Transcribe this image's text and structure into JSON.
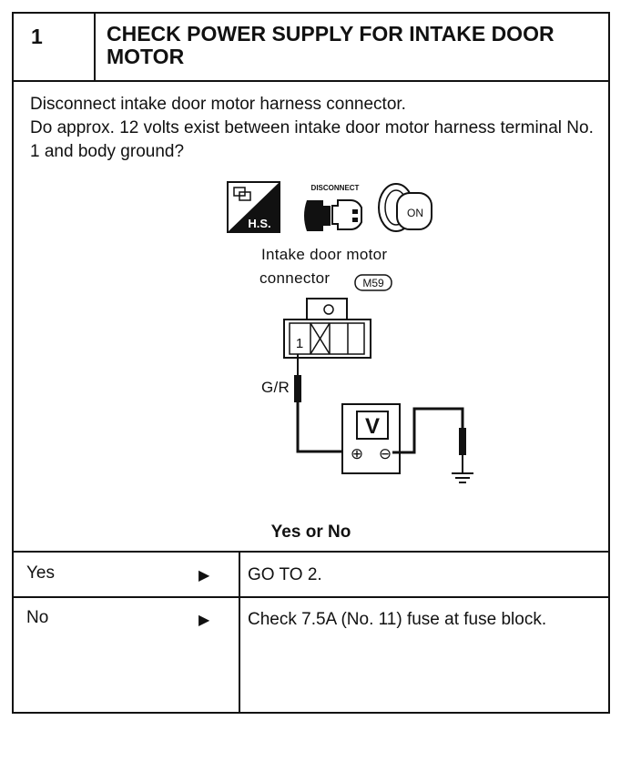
{
  "step": {
    "number": "1",
    "title": "CHECK POWER SUPPLY FOR INTAKE DOOR MOTOR"
  },
  "instruction": {
    "line1": "Disconnect intake door motor harness connector.",
    "line2": "Do approx. 12 volts exist between intake door motor harness terminal No. 1 and body ground?"
  },
  "diagram": {
    "hs_label": "H.S.",
    "disconnect_label": "DISCONNECT",
    "ignition_label": "ON",
    "connector_label_line1": "Intake door motor",
    "connector_label_line2": "connector",
    "connector_code": "M59",
    "terminal_number": "1",
    "wire_color": "G/R",
    "meter_label": "V",
    "plus_symbol": "⊕",
    "minus_symbol": "⊖"
  },
  "question": "Yes or No",
  "answers": [
    {
      "answer": "Yes",
      "arrow": "▶",
      "result": "GO TO 2."
    },
    {
      "answer": "No",
      "arrow": "▶",
      "result": "Check 7.5A (No. 11) fuse at fuse block."
    }
  ]
}
